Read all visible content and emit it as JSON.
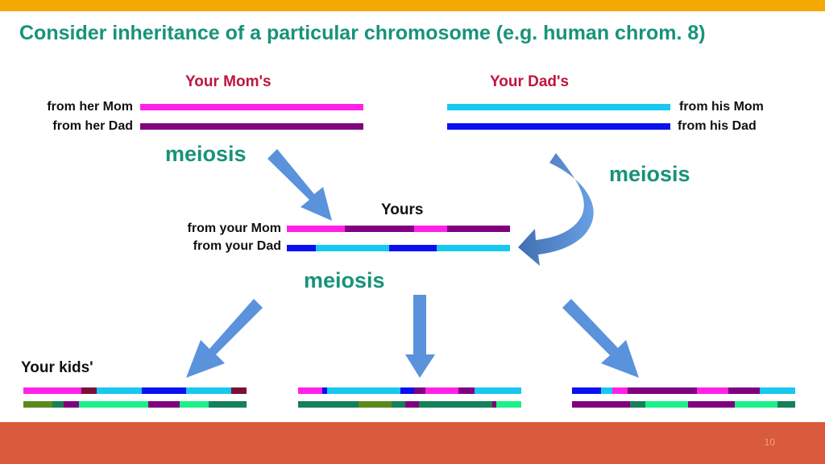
{
  "title": "Consider inheritance of a particular chromosome (e.g. human chrom. 8)",
  "colors": {
    "mom_mom": "#ff22e6",
    "mom_dad": "#800080",
    "dad_mom": "#18c8f0",
    "dad_dad": "#0a10f0",
    "bright_green": "#1cf088",
    "dark_green": "#15805a",
    "olive": "#5a8a1a",
    "maroon": "#7a1038",
    "title": "#17937a",
    "header": "#c0143c",
    "arrow": "#5a92dc",
    "top_bar": "#f5a800",
    "bottom_bar": "#d95a3c"
  },
  "parents": {
    "mom_header": "Your Mom's",
    "dad_header": "Your Dad's",
    "mom_from_mom": "from her Mom",
    "mom_from_dad": "from her Dad",
    "dad_from_mom": "from his Mom",
    "dad_from_dad": "from his Dad"
  },
  "yours": {
    "header": "Yours",
    "from_mom": "from your Mom",
    "from_dad": "from your Dad"
  },
  "meiosis_label": "meiosis",
  "kids_label": "Your kids'",
  "page_number": "10",
  "chromosomes": {
    "mom_top": [
      [
        "#ff22e6",
        1
      ]
    ],
    "mom_bottom": [
      [
        "#800080",
        1
      ]
    ],
    "dad_top": [
      [
        "#18c8f0",
        1
      ]
    ],
    "dad_bottom": [
      [
        "#0a10f0",
        1
      ]
    ],
    "yours_top": [
      [
        "#ff22e6",
        0.26
      ],
      [
        "#800080",
        0.31
      ],
      [
        "#ff22e6",
        0.15
      ],
      [
        "#800080",
        0.28
      ]
    ],
    "yours_bottom": [
      [
        "#0a10f0",
        0.13
      ],
      [
        "#18c8f0",
        0.33
      ],
      [
        "#0a10f0",
        0.21
      ],
      [
        "#18c8f0",
        0.33
      ]
    ],
    "kid1_top": [
      [
        "#ff22e6",
        0.26
      ],
      [
        "#7a1038",
        0.07
      ],
      [
        "#18c8f0",
        0.2
      ],
      [
        "#0a10f0",
        0.2
      ],
      [
        "#18c8f0",
        0.2
      ],
      [
        "#7a1038",
        0.07
      ]
    ],
    "kid1_bottom": [
      [
        "#5a8a1a",
        0.13
      ],
      [
        "#15805a",
        0.05
      ],
      [
        "#800080",
        0.07
      ],
      [
        "#1cf088",
        0.31
      ],
      [
        "#800080",
        0.14
      ],
      [
        "#1cf088",
        0.13
      ],
      [
        "#15805a",
        0.17
      ]
    ],
    "kid2_top": [
      [
        "#ff22e6",
        0.11
      ],
      [
        "#0a10f0",
        0.02
      ],
      [
        "#18c8f0",
        0.33
      ],
      [
        "#0a10f0",
        0.06
      ],
      [
        "#800080",
        0.05
      ],
      [
        "#ff22e6",
        0.15
      ],
      [
        "#800080",
        0.07
      ],
      [
        "#18c8f0",
        0.21
      ]
    ],
    "kid2_bottom": [
      [
        "#15805a",
        0.27
      ],
      [
        "#5a8a1a",
        0.15
      ],
      [
        "#15805a",
        0.06
      ],
      [
        "#800080",
        0.06
      ],
      [
        "#15805a",
        0.33
      ],
      [
        "#800080",
        0.02
      ],
      [
        "#1cf088",
        0.11
      ]
    ],
    "kid3_top": [
      [
        "#0a10f0",
        0.13
      ],
      [
        "#18c8f0",
        0.05
      ],
      [
        "#ff22e6",
        0.07
      ],
      [
        "#800080",
        0.31
      ],
      [
        "#ff22e6",
        0.14
      ],
      [
        "#800080",
        0.14
      ],
      [
        "#18c8f0",
        0.16
      ]
    ],
    "kid3_bottom": [
      [
        "#800080",
        0.26
      ],
      [
        "#15805a",
        0.07
      ],
      [
        "#1cf088",
        0.19
      ],
      [
        "#800080",
        0.21
      ],
      [
        "#1cf088",
        0.19
      ],
      [
        "#15805a",
        0.08
      ]
    ]
  }
}
